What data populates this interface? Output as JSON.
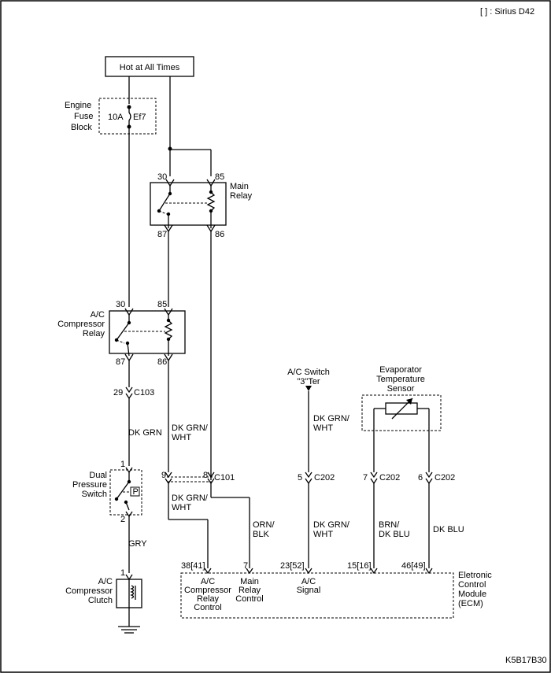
{
  "header": {
    "legend": "[   ] : Sirius D42"
  },
  "footer": {
    "code": "K5B17B30"
  },
  "power": {
    "label": "Hot at All Times"
  },
  "fuse_block": {
    "label_line1": "Engine",
    "label_line2": "Fuse",
    "label_line3": "Block",
    "rating": "10A",
    "fuse_id": "Ef7"
  },
  "main_relay": {
    "label_line1": "Main",
    "label_line2": "Relay",
    "pin_a": "30",
    "pin_b": "85",
    "pin_c": "87",
    "pin_d": "86"
  },
  "ac_relay": {
    "label_line1": "A/C",
    "label_line2": "Compressor",
    "label_line3": "Relay",
    "pin_a": "30",
    "pin_b": "85",
    "pin_c": "87",
    "pin_d": "86"
  },
  "connectors": {
    "c103_pin": "29",
    "c103": "C103",
    "c101_pin_left": "9",
    "c101_pin_right": "8",
    "c101": "C101",
    "c202_switch_pin": "5",
    "c202_sensor_pin_a": "7",
    "c202_sensor_pin_b": "6",
    "c202": "C202"
  },
  "wires": {
    "dk_grn": "DK GRN",
    "dk_grn_wht_1a": "DK GRN/",
    "dk_grn_wht_1b": "WHT",
    "dk_grn_wht_2a": "DK GRN/",
    "dk_grn_wht_2b": "WHT",
    "dk_grn_wht_3a": "DK GRN/",
    "dk_grn_wht_3b": "WHT",
    "dk_grn_wht_4a": "DK GRN/",
    "dk_grn_wht_4b": "WHT",
    "gry": "GRY",
    "orn_blk_a": "ORN/",
    "orn_blk_b": "BLK",
    "brn_dkblu_a": "BRN/",
    "brn_dkblu_b": "DK BLU",
    "dk_blu": "DK BLU"
  },
  "pressure_switch": {
    "label_line1": "Dual",
    "label_line2": "Pressure",
    "label_line3": "Switch",
    "pin_top": "1",
    "pin_bottom": "2",
    "symbol": "P"
  },
  "compressor_clutch": {
    "label_line1": "A/C",
    "label_line2": "Compressor",
    "label_line3": "Clutch",
    "pin": "1"
  },
  "ac_switch": {
    "label_line1": "A/C Switch",
    "label_line2": "\"3\"Ter"
  },
  "evap_sensor": {
    "label_line1": "Evaporator",
    "label_line2": "Temperature",
    "label_line3": "Sensor"
  },
  "ecm": {
    "label_line1": "Eletronic",
    "label_line2": "Control",
    "label_line3": "Module",
    "label_line4": "(ECM)",
    "pin_relay_ctrl": "38[41]",
    "pin_main_relay": "7",
    "pin_ac_signal": "23[52]",
    "pin_sensor_a": "15[16]",
    "pin_sensor_b": "46[49]",
    "relay_ctrl_l1": "A/C",
    "relay_ctrl_l2": "Compressor",
    "relay_ctrl_l3": "Relay",
    "relay_ctrl_l4": "Control",
    "main_ctrl_l1": "Main",
    "main_ctrl_l2": "Relay",
    "main_ctrl_l3": "Control",
    "signal_l1": "A/C",
    "signal_l2": "Signal"
  }
}
